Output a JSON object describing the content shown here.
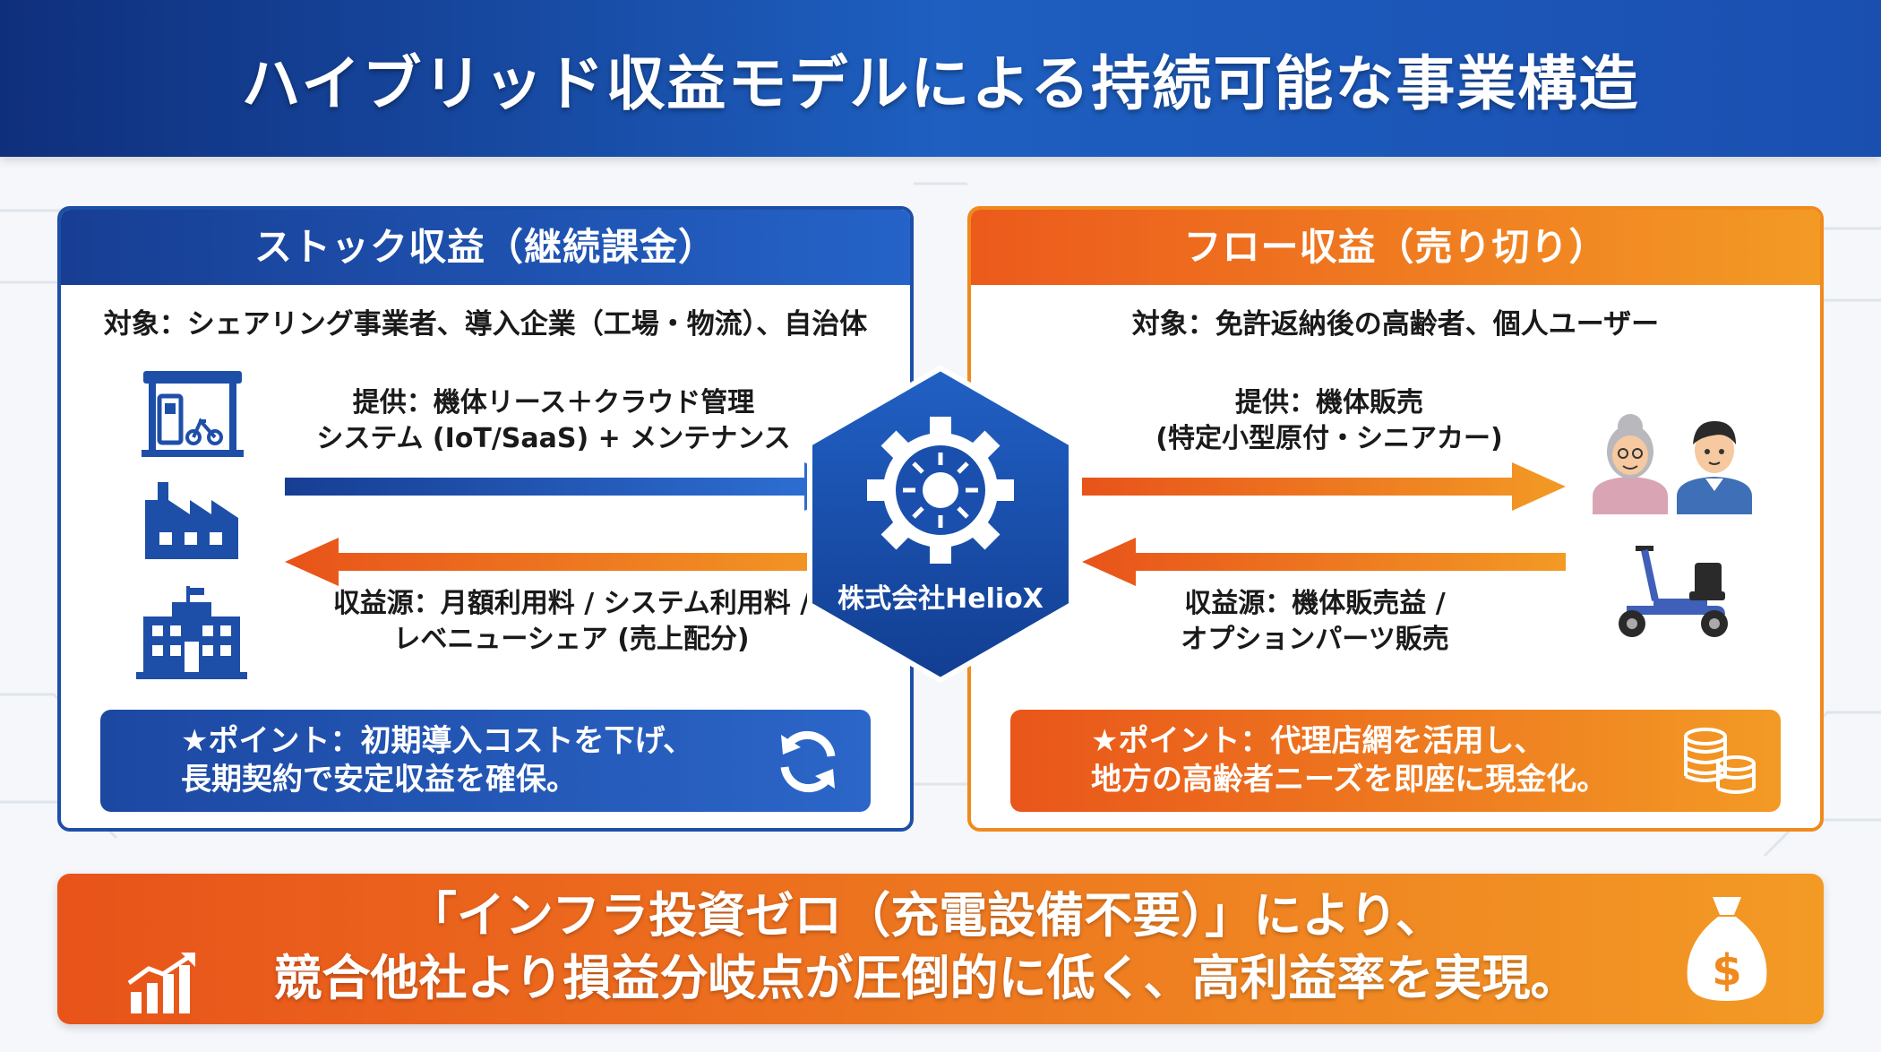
{
  "title": "ハイブリッド収益モデルによる持続可能な事業構造",
  "stock": {
    "header": "ストック収益（継続課金）",
    "target": "対象：シェアリング事業者、導入企業（工場・物流）、自治体",
    "provide_line1": "提供：機体リース＋クラウド管理",
    "provide_line2": "システム (IoT/SaaS) + メンテナンス",
    "revenue_line1": "収益源：月額利用料 / システム利用料 /",
    "revenue_line2": "レベニューシェア (売上配分)",
    "point_line1": "★ポイント：初期導入コストを下げ、",
    "point_line2": "長期契約で安定収益を確保。"
  },
  "flow": {
    "header": "フロー収益（売り切り）",
    "target": "対象：免許返納後の高齢者、個人ユーザー",
    "provide_line1": "提供：機体販売",
    "provide_line2": "(特定小型原付・シニアカー)",
    "revenue_line1": "収益源：機体販売益 /",
    "revenue_line2": "オプションパーツ販売",
    "point_line1": "★ポイント：代理店網を活用し、",
    "point_line2": "地方の高齢者ニーズを即座に現金化。"
  },
  "hub": {
    "company": "株式会社HelioX"
  },
  "bottom": {
    "line1": "「インフラ投資ゼロ（充電設備不要）」により、",
    "line2": "競合他社より損益分岐点が圧倒的に低く、高利益率を実現。"
  },
  "icons": {
    "stock": [
      "station-icon",
      "factory-icon",
      "government-building-icon",
      "refresh-icon"
    ],
    "flow": [
      "elderly-woman-icon",
      "man-icon",
      "senior-scooter-icon",
      "coins-icon"
    ],
    "hub": "gear-icon",
    "bottom": [
      "growth-chart-icon",
      "money-bag-icon"
    ]
  },
  "colors": {
    "blue": "#1e4fa8",
    "orange": "#f08a1e",
    "header_blue": "#0f2f7c"
  }
}
